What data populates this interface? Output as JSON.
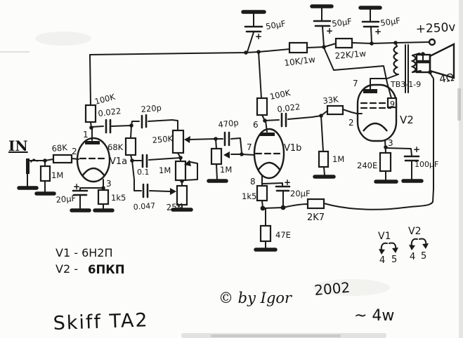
{
  "symbols": {
    "plus": "+"
  },
  "schematic": {
    "power_rail": {
      "b_plus": "+250v",
      "cap1": "50µF",
      "cap2": "50µF",
      "cap3": "50µF",
      "dropper1": "10K/1w",
      "dropper2": "22K/1w"
    },
    "input": {
      "jack_label": "IN",
      "grid_resistor": "1M",
      "series_resistor": "68K"
    },
    "v1a": {
      "name": "V1a",
      "pin_anode": "1",
      "pin_grid": "2",
      "pin_cathode": "3",
      "plate_resistor": "100K",
      "cathode_resistor": "1k5",
      "cathode_cap": "20µF"
    },
    "tone_stack": {
      "input_cap": "0.022",
      "treble_cap": "220p",
      "treble_pot": "250K",
      "mid_resistor": "68K",
      "mid_cap": "0.1",
      "mid_pot": "1M",
      "bass_cap": "0.047",
      "bass_pot": "25K"
    },
    "volume": {
      "bright_cap": "470p",
      "pot": "1M"
    },
    "v1b": {
      "name": "V1b",
      "pin_anode": "6",
      "pin_grid": "7",
      "pin_cathode": "8",
      "plate_resistor": "100K",
      "cathode_resistor": "1k5",
      "cathode_cap": "20µF",
      "tail_resistor": "47E"
    },
    "interstage": {
      "coupling_cap": "0.022",
      "grid_stopper": "33K",
      "grid_leak": "1M"
    },
    "feedback": {
      "resistor": "2K7"
    },
    "v2": {
      "name": "V2",
      "pin_anode": "7",
      "pin_grid": "2",
      "pin_screen": "9",
      "pin_cathode": "3",
      "cathode_resistor": "240E",
      "cathode_cap": "100µF"
    },
    "output": {
      "transformer": "TB3-1-9",
      "speaker": "4Ω"
    }
  },
  "annotations": {
    "tube_list_v1": "V1 - 6Н2П",
    "tube_list_v2_prefix": "V2 -",
    "tube_list_v2_name": "6ПКП",
    "title": "Skiff TA2",
    "copyright": "© by Igor",
    "year": "2002",
    "output_power": "~ 4w",
    "heaters": {
      "v1": "V1",
      "v2": "V2",
      "pin4": "4",
      "pin5": "5"
    }
  }
}
